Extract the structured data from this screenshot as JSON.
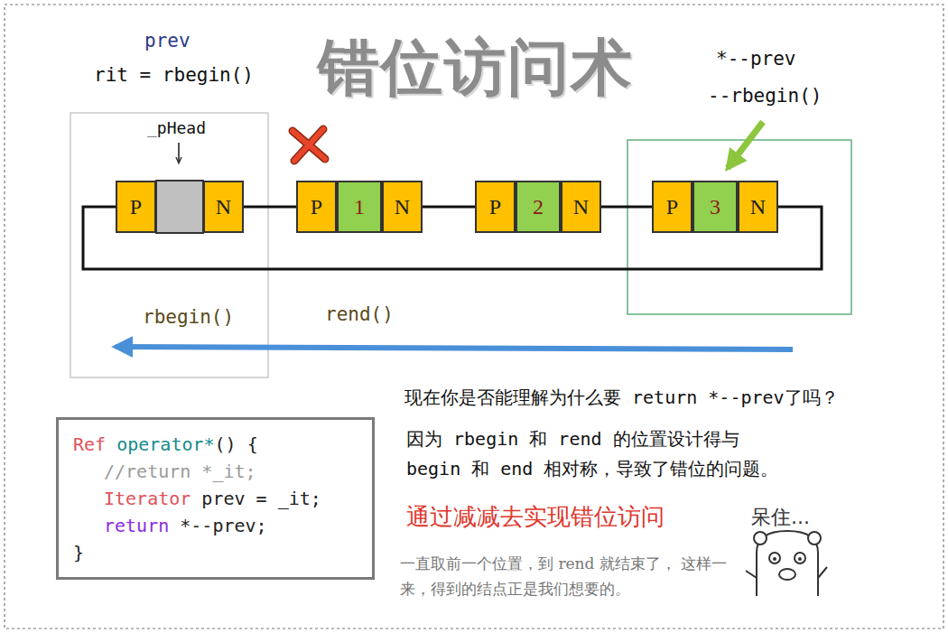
{
  "diagram": {
    "title": "错位访问术",
    "nodes": [
      {
        "text": [
          "P"
        ]
      },
      {
        "text": [
          "N"
        ]
      },
      {
        "text": [
          "P"
        ]
      },
      {
        "text": [
          "1"
        ]
      },
      {
        "text": [
          "N"
        ]
      },
      {
        "text": [
          "P"
        ]
      },
      {
        "text": [
          "2"
        ]
      },
      {
        "text": [
          "N"
        ]
      },
      {
        "text": [
          "P"
        ]
      },
      {
        "text": [
          "3"
        ]
      },
      {
        "text": [
          "N"
        ]
      },
      {
        "text": [
          "Ref operator*() {",
          "//return *_it;",
          "Iterator prev = _it;",
          "return *--prev;",
          "}"
        ]
      }
    ],
    "edges": [
      {
        "from": 1,
        "to": 2,
        "arrow": "none"
      },
      {
        "from": 4,
        "to": 5,
        "arrow": "none"
      },
      {
        "from": 7,
        "to": 8,
        "arrow": "none"
      },
      {
        "from": 10,
        "to": 0,
        "arrow": "none"
      }
    ],
    "labels": [
      "prev",
      "rit = rbegin()",
      "*--prev",
      "--rbegin()",
      "_pHead",
      "rbegin()",
      "rend()",
      "现在你是否能理解为什么要 return *--prev了吗？",
      "因为 rbegin 和 rend 的位置设计得与 begin 和 end 相对称，导致了错位的问题。",
      "通过减减去实现错位访问",
      "一直取前一个位置，到 rend 就结束了， 这样一来，得到的结点正是我们想要的。",
      "呆住..."
    ]
  }
}
